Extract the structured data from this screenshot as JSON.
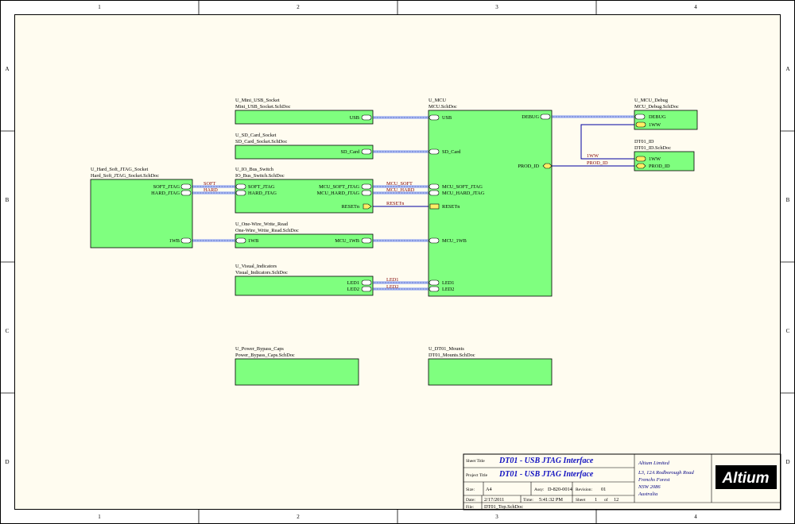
{
  "zones": {
    "columns": [
      "1",
      "2",
      "3",
      "4"
    ],
    "rows": [
      "A",
      "B",
      "C",
      "D"
    ]
  },
  "sheets": {
    "hard_soft": {
      "designator": "U_Hard_Soft_JTAG_Socket",
      "file": "Hard_Soft_JTAG_Socket.SchDoc",
      "entries": [
        "SOFT_JTAG",
        "HARD_JTAG",
        "1WB"
      ]
    },
    "mini_usb": {
      "designator": "U_Mini_USB_Socket",
      "file": "Mini_USB_Socket.SchDoc",
      "entries": [
        "USB"
      ]
    },
    "sd_card": {
      "designator": "U_SD_Card_Socket",
      "file": "SD_Card_Socket.SchDoc",
      "entries": [
        "SD_Card"
      ]
    },
    "io_bus": {
      "designator": "U_IO_Bus_Switch",
      "file": "IO_Bus_Switch.SchDoc",
      "entries": [
        "SOFT_JTAG",
        "HARD_JTAG",
        "MCU_SOFT_JTAG",
        "MCU_HARD_JTAG",
        "RESETn"
      ]
    },
    "one_wire": {
      "designator": "U_One-Wire_Write_Read",
      "file": "One-Wire_Write_Read.SchDoc",
      "entries": [
        "1WB",
        "MCU_1WB"
      ]
    },
    "visual": {
      "designator": "U_Visual_Indicators",
      "file": "Visual_Indicators.SchDoc",
      "entries": [
        "LED1",
        "LED2"
      ]
    },
    "power": {
      "designator": "U_Power_Bypass_Caps",
      "file": "Power_Bypass_Caps.SchDoc"
    },
    "mcu": {
      "designator": "U_MCU",
      "file": "MCU.SchDoc",
      "entries": [
        "USB",
        "DEBUG",
        "SD_Card",
        "PROD_ID",
        "MCU_SOFT_JTAG",
        "MCU_HARD_JTAG",
        "RESETn",
        "MCU_1WB",
        "LED1",
        "LED2"
      ]
    },
    "mounts": {
      "designator": "U_DT01_Mounts",
      "file": "DT01_Mounts.SchDoc"
    },
    "mcu_debug": {
      "designator": "U_MCU_Debug",
      "file": "MCU_Debug.SchDoc",
      "entries": [
        "DEBUG",
        "1WW"
      ]
    },
    "dt01_id": {
      "designator": "DT01_ID",
      "file": "DT01_ID.SchDoc",
      "entries": [
        "1WW",
        "PROD_ID"
      ]
    }
  },
  "nets": {
    "soft": "SOFT",
    "hard": "HARD",
    "mcu_soft": "MCU_SOFT",
    "mcu_hard": "MCU_HARD",
    "resetn": "RESETn",
    "led1": "LED1",
    "led2": "LED2",
    "one_ww": "1WW",
    "prod_id": "PROD_ID"
  },
  "title_block": {
    "sheet_title_label": "Sheet Title",
    "sheet_title": "DT01 - USB JTAG Interface",
    "project_title_label": "Project Title",
    "project_title": "DT01 - USB JTAG Interface",
    "size_label": "Size:",
    "size": "A4",
    "assy_label": "Assy:",
    "assy": "D-820-0014",
    "revision_label": "Revision:",
    "revision": "01",
    "date_label": "Date:",
    "date": "2/17/2011",
    "time_label": "Time:",
    "time": "5:41:32 PM",
    "sheet_label": "Sheet",
    "sheet_number": "1",
    "of_label": "of",
    "sheet_total": "12",
    "file_label": "File:",
    "file": "DT01_Top.SchDoc",
    "company": [
      "Altium Limited",
      "L3, 12A Rodborough Road",
      "Frenchs Forest",
      "NSW 2086",
      "Australia"
    ],
    "logo": "Altium"
  },
  "colors": {
    "sheet_fill": "#fffcf0",
    "block_fill": "#7fff7f",
    "wire": "#0000a0",
    "bus": "#a9b8f2",
    "net_label": "#800000",
    "port_fill": "#ffee66",
    "title_text": "#1010c0"
  }
}
